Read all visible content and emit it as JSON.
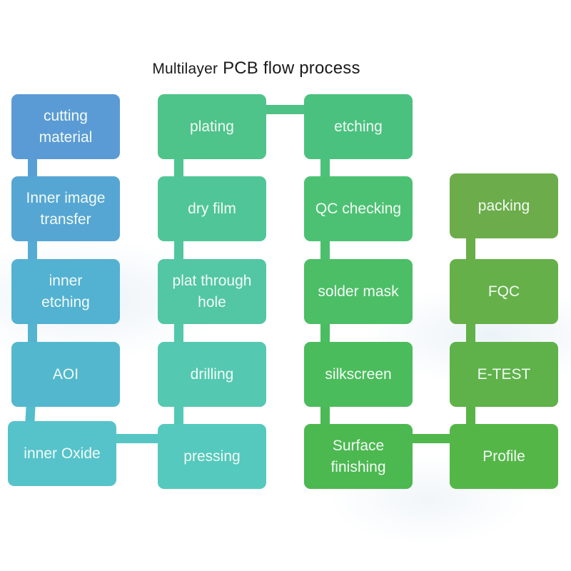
{
  "title": {
    "part1": "Multilayer",
    "part2": "PCB flow process"
  },
  "steps": [
    {
      "label": "cutting\nmaterial",
      "color": "#5b9bd5"
    },
    {
      "label": "Inner image\ntransfer",
      "color": "#56a6d4"
    },
    {
      "label": "inner\netching",
      "color": "#53b1d2"
    },
    {
      "label": "AOI",
      "color": "#53b8cd"
    },
    {
      "label": "inner Oxide",
      "color": "#56c3cb"
    },
    {
      "label": "pressing",
      "color": "#55c9bd"
    },
    {
      "label": "drilling",
      "color": "#54c8b0"
    },
    {
      "label": "plat through\nhole",
      "color": "#53c6a4"
    },
    {
      "label": "dry film",
      "color": "#50c698"
    },
    {
      "label": "plating",
      "color": "#4ec38a"
    },
    {
      "label": "etching",
      "color": "#4bc17f"
    },
    {
      "label": "QC checking",
      "color": "#4dc173"
    },
    {
      "label": "solder mask",
      "color": "#4cbe66"
    },
    {
      "label": "silkscreen",
      "color": "#4bbc5c"
    },
    {
      "label": "Surface\nfinishing",
      "color": "#4cb850"
    },
    {
      "label": "Profile",
      "color": "#55b648"
    },
    {
      "label": "E-TEST",
      "color": "#5eb249"
    },
    {
      "label": "FQC",
      "color": "#66b04a"
    },
    {
      "label": "packing",
      "color": "#6dac4a"
    }
  ]
}
